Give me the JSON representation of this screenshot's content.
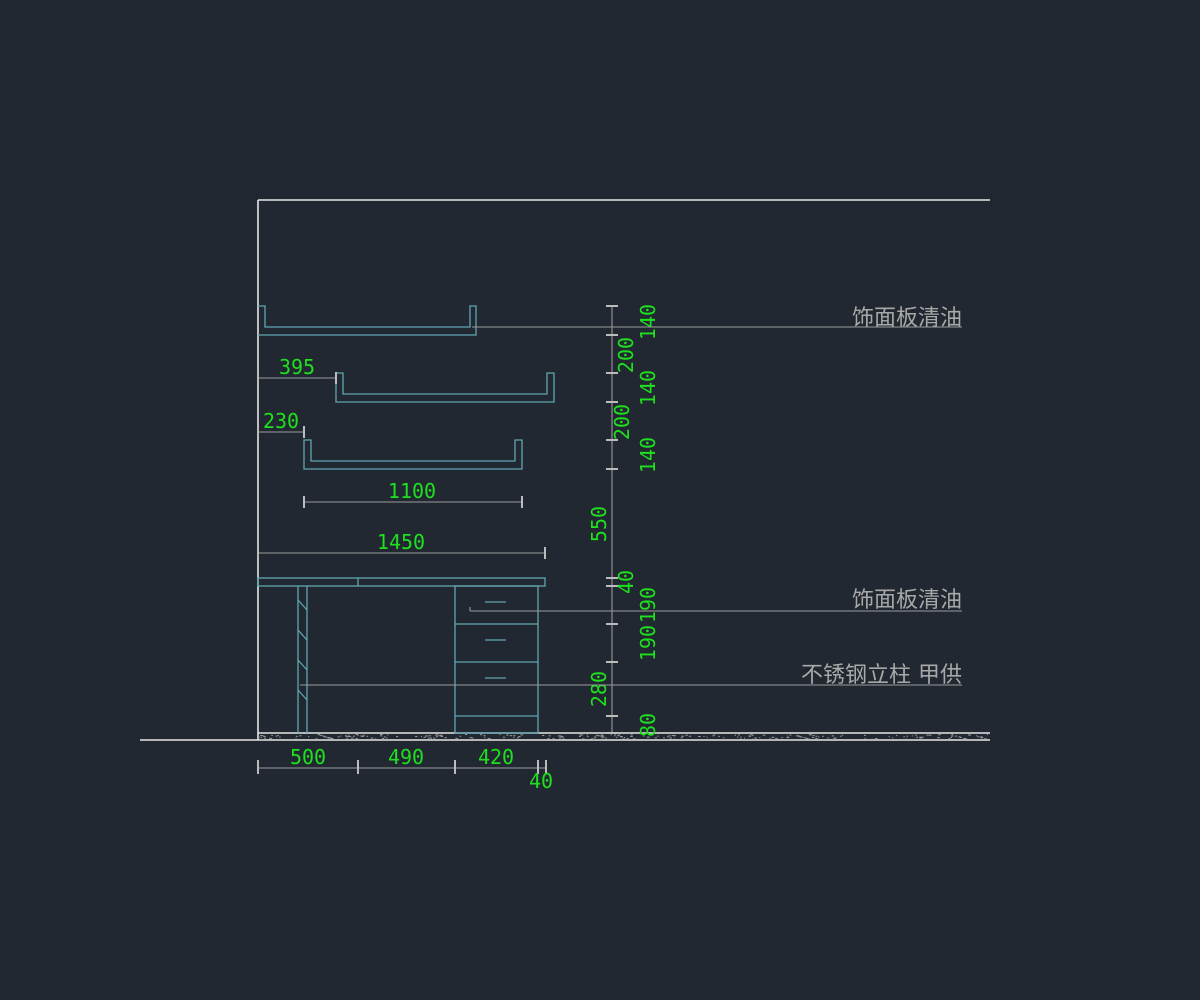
{
  "drawing": {
    "annotations": {
      "upper_finish": "饰面板清油",
      "desk_finish": "饰面板清油",
      "steel_post": "不锈钢立柱 甲供"
    },
    "dims": {
      "shelf2_offset": "395",
      "shelf3_offset": "230",
      "shelf3_width": "1100",
      "desk_width": "1450",
      "bottom_seg1": "500",
      "bottom_seg2": "490",
      "bottom_seg3": "420",
      "bottom_seg4": "40",
      "v_140_a": "140",
      "v_200_a": "200",
      "v_140_b": "140",
      "v_200_b": "200",
      "v_140_c": "140",
      "v_550": "550",
      "v_40": "40",
      "v_190_a": "190",
      "v_190_b": "190",
      "v_280": "280",
      "v_80": "80"
    }
  }
}
